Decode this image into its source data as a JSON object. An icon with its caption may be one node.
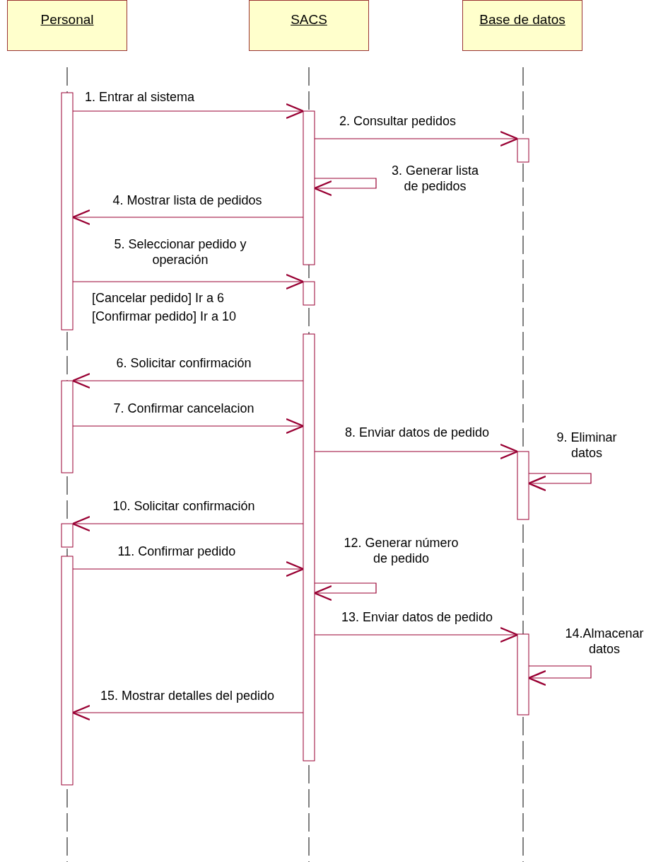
{
  "diagram": {
    "nodes": [
      {
        "text": [
          "Personal"
        ]
      },
      {
        "text": [
          "SACS"
        ]
      },
      {
        "text": [
          "Base de datos"
        ]
      },
      {
        "text": [],
        "shape": "bar"
      },
      {
        "text": [],
        "shape": "bar"
      },
      {
        "text": [],
        "shape": "bar"
      },
      {
        "text": [],
        "shape": "bar"
      },
      {
        "text": [],
        "shape": "bar"
      },
      {
        "text": [],
        "shape": "bar"
      },
      {
        "text": [],
        "shape": "bar"
      },
      {
        "text": [],
        "shape": "bar"
      },
      {
        "text": [],
        "shape": "bar"
      },
      {
        "text": [],
        "shape": "bar"
      }
    ],
    "edges": [
      {
        "from": 3,
        "to": 7,
        "arrow": "to",
        "label": "1. Entrar al sistema"
      },
      {
        "from": 7,
        "to": 10,
        "arrow": "to",
        "label": "2. Consultar pedidos"
      },
      {
        "from": 7,
        "to": 7,
        "arrow": "to",
        "label": "3. Generar lista de pedidos"
      },
      {
        "from": 7,
        "to": 3,
        "arrow": "to",
        "label": "4. Mostrar lista de pedidos"
      },
      {
        "from": 3,
        "to": 8,
        "arrow": "to",
        "label": "5. Seleccionar pedido y operación"
      },
      {
        "from": 9,
        "to": 4,
        "arrow": "to",
        "label": "6. Solicitar confirmación"
      },
      {
        "from": 4,
        "to": 9,
        "arrow": "to",
        "label": "7. Confirmar cancelacion"
      },
      {
        "from": 9,
        "to": 11,
        "arrow": "to",
        "label": "8. Enviar datos de pedido"
      },
      {
        "from": 11,
        "to": 11,
        "arrow": "to",
        "label": "9. Eliminar datos"
      },
      {
        "from": 9,
        "to": 5,
        "arrow": "to",
        "label": "10. Solicitar confirmación"
      },
      {
        "from": 6,
        "to": 9,
        "arrow": "to",
        "label": "11. Confirmar pedido"
      },
      {
        "from": 9,
        "to": 9,
        "arrow": "to",
        "label": "12. Generar número de pedido"
      },
      {
        "from": 9,
        "to": 12,
        "arrow": "to",
        "label": "13. Enviar datos de pedido"
      },
      {
        "from": 12,
        "to": 12,
        "arrow": "to",
        "label": "14.Almacenar datos"
      },
      {
        "from": 9,
        "to": 6,
        "arrow": "to",
        "label": "15. Mostrar detalles del pedido"
      }
    ],
    "labels": [
      "[Cancelar pedido] Ir a 6",
      "[Confirmar pedido] Ir a 10"
    ]
  }
}
